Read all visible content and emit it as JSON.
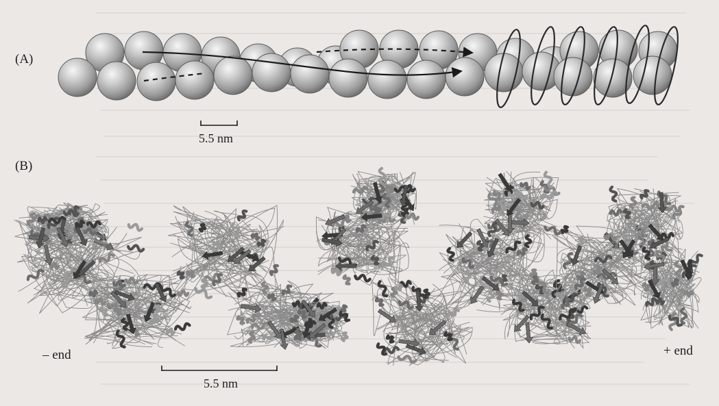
{
  "figure": {
    "panel_a": {
      "label": "(A)",
      "scale_label": "5.5 nm"
    },
    "panel_b": {
      "label": "(B)",
      "scale_label": "5.5 nm",
      "minus_end_label": "– end",
      "plus_end_label": "+ end"
    }
  },
  "colors": {
    "page": "#ece8e6",
    "bead_highlight": "#f4f4f4",
    "bead_mid": "#bdbdbd",
    "bead_shadow": "#707070",
    "ribbon_dark": "#3a3a3a",
    "ribbon_mid": "#6c6c6c",
    "ribbon_light": "#9a9a9a",
    "coil": "#777777"
  }
}
